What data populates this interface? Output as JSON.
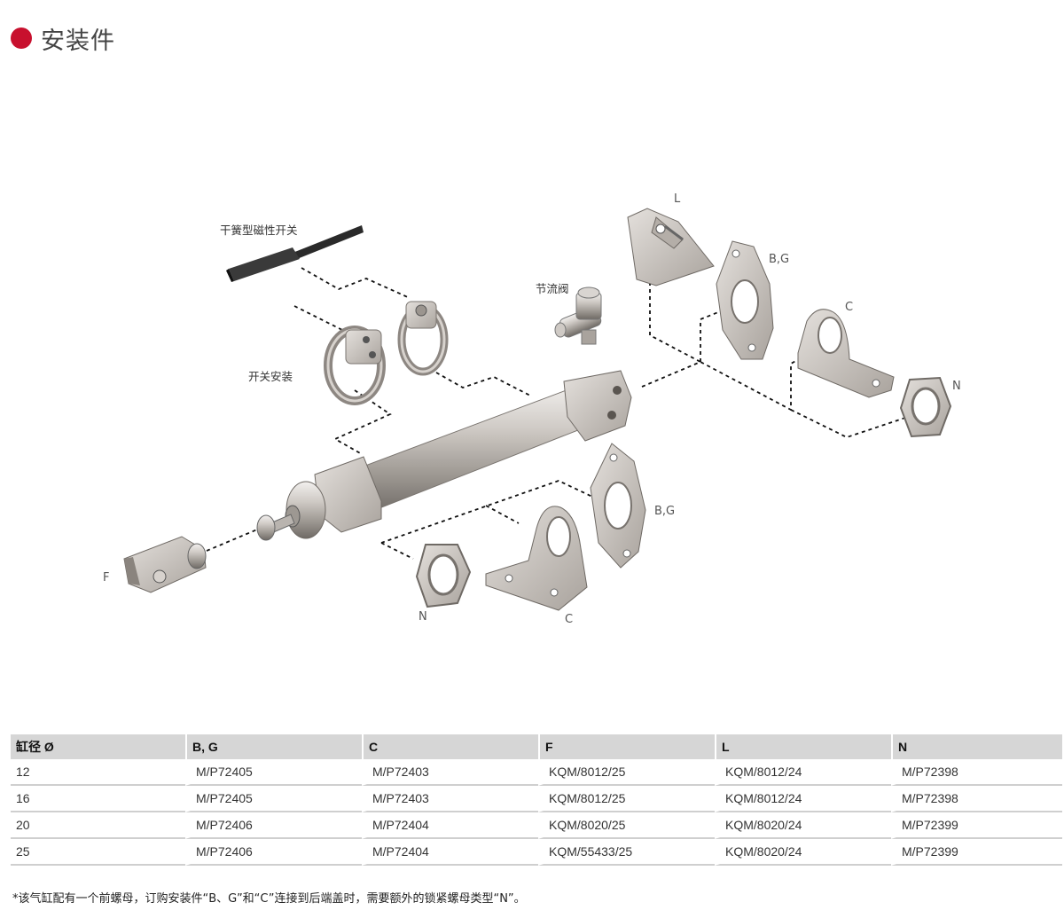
{
  "header": {
    "title": "安装件",
    "accent_color": "#c8102e"
  },
  "diagram": {
    "labels": {
      "reed_switch": "干簧型磁性开关",
      "switch_mount": "开关安装",
      "flow_valve": "节流阀",
      "L": "L",
      "BG_top": "B,G",
      "C_top": "C",
      "N_top": "N",
      "F": "F",
      "N_bottom": "N",
      "C_bottom": "C",
      "BG_bottom": "B,G"
    }
  },
  "table": {
    "headers": [
      "缸径 Ø",
      "B, G",
      "C",
      "F",
      "L",
      "N"
    ],
    "rows": [
      [
        "12",
        "M/P72405",
        "M/P72403",
        "KQM/8012/25",
        "KQM/8012/24",
        "M/P72398"
      ],
      [
        "16",
        "M/P72405",
        "M/P72403",
        "KQM/8012/25",
        "KQM/8012/24",
        "M/P72398"
      ],
      [
        "20",
        "M/P72406",
        "M/P72404",
        "KQM/8020/25",
        "KQM/8020/24",
        "M/P72399"
      ],
      [
        "25",
        "M/P72406",
        "M/P72404",
        "KQM/55433/25",
        "KQM/8020/24",
        "M/P72399"
      ]
    ]
  },
  "footnote": "*该气缸配有一个前螺母，订购安装件“B、G”和“C”连接到后端盖时，需要额外的锁紧螺母类型“N”。"
}
